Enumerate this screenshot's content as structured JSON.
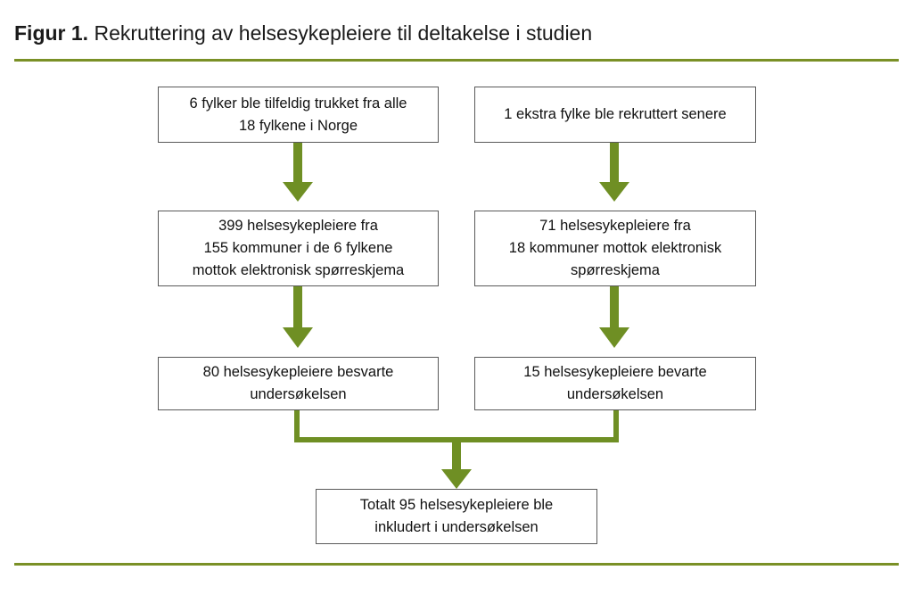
{
  "figure": {
    "label": "Figur 1.",
    "caption": "Rekruttering av helsesykepleiere til deltakelse i studien"
  },
  "colors": {
    "accent_green": "#7a9026",
    "arrow_green": "#6f8f24",
    "box_border": "#595959",
    "text": "#111111",
    "background": "#ffffff"
  },
  "chart_data": {
    "type": "diagram",
    "title": "Figur 1. Rekruttering av helsesykepleiere til deltakelse i studien",
    "nodes": [
      {
        "id": "r1c1",
        "row": 1,
        "column": "left",
        "text": "6 fylker ble tilfeldig trukket fra alle\n18 fylkene i Norge"
      },
      {
        "id": "r1c2",
        "row": 1,
        "column": "right",
        "text": "1 ekstra fylke ble rekruttert senere"
      },
      {
        "id": "r2c1",
        "row": 2,
        "column": "left",
        "text": "399 helsesykepleiere fra\n155 kommuner i de 6 fylkene\nmottok elektronisk spørreskjema"
      },
      {
        "id": "r2c2",
        "row": 2,
        "column": "right",
        "text": "71 helsesykepleiere fra\n18 kommuner mottok elektronisk\nspørreskjema"
      },
      {
        "id": "r3c1",
        "row": 3,
        "column": "left",
        "text": "80 helsesykepleiere besvarte\nundersøkelsen"
      },
      {
        "id": "r3c2",
        "row": 3,
        "column": "right",
        "text": "15 helsesykepleiere bevarte\nundersøkelsen"
      },
      {
        "id": "total",
        "row": 4,
        "column": "center",
        "text": "Totalt 95 helsesykepleiere ble\ninkludert i undersøkelsen"
      }
    ],
    "edges": [
      {
        "from": "r1c1",
        "to": "r2c1",
        "style": "arrow-down"
      },
      {
        "from": "r1c2",
        "to": "r2c2",
        "style": "arrow-down"
      },
      {
        "from": "r2c1",
        "to": "r3c1",
        "style": "arrow-down"
      },
      {
        "from": "r2c2",
        "to": "r3c2",
        "style": "arrow-down"
      },
      {
        "from": "r3c1",
        "to": "total",
        "style": "merge-arrow-down"
      },
      {
        "from": "r3c2",
        "to": "total",
        "style": "merge-arrow-down"
      }
    ],
    "values": {
      "fylker_trukket": 6,
      "fylker_totalt_norge": 18,
      "ekstra_fylke": 1,
      "helsesykepleiere_mottok_venstre": 399,
      "kommuner_venstre": 155,
      "fylker_venstre": 6,
      "helsesykepleiere_mottok_hoyre": 71,
      "kommuner_hoyre": 18,
      "besvarte_venstre": 80,
      "besvarte_hoyre": 15,
      "totalt_inkludert": 95
    }
  }
}
